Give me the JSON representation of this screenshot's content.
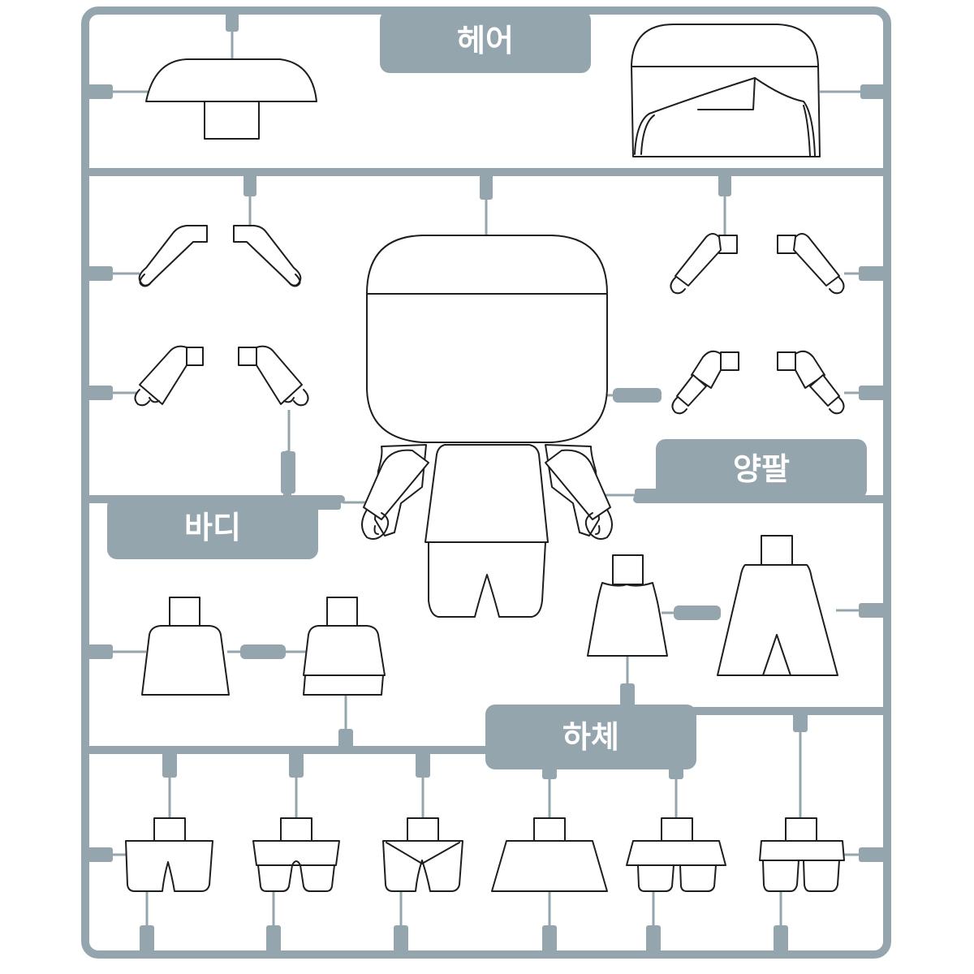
{
  "labels": {
    "hair": "헤어",
    "arms": "양팔",
    "body": "바디",
    "lower_body": "하체"
  },
  "colors": {
    "runner": "#95a5ae",
    "outline": "#1e1e1e",
    "background": "#ffffff",
    "label_text": "#ffffff"
  }
}
